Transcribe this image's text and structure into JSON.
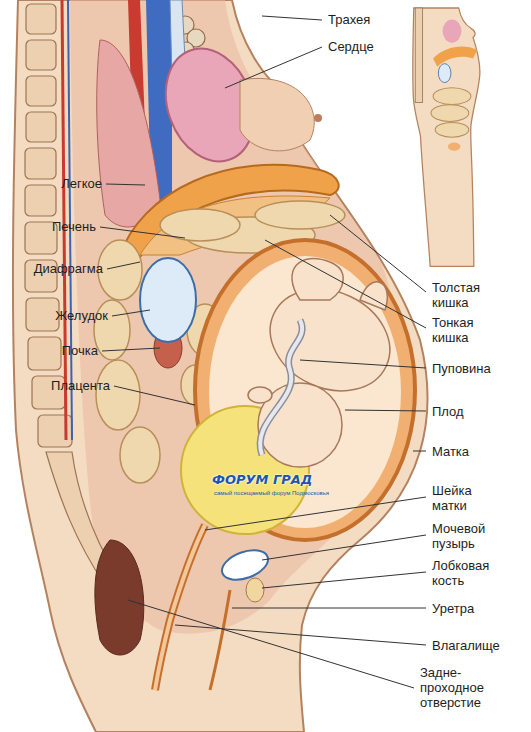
{
  "diagram": {
    "labels": [
      "Трахея",
      "Сердце",
      "Легкое",
      "Печень",
      "Диафрагма",
      "Желудок",
      "Почка",
      "Плацента",
      "Толстая кишка",
      "Тонкая кишка",
      "Пуповина",
      "Плод",
      "Матка",
      "Шейка матки",
      "Мочевой пузырь",
      "Лобковая кость",
      "Уретра",
      "Влагалище",
      "Задне- проходное отверстие",
      "ФОРУМ ГРАД",
      "самый посещаемый форум Подмосковья"
    ]
  }
}
